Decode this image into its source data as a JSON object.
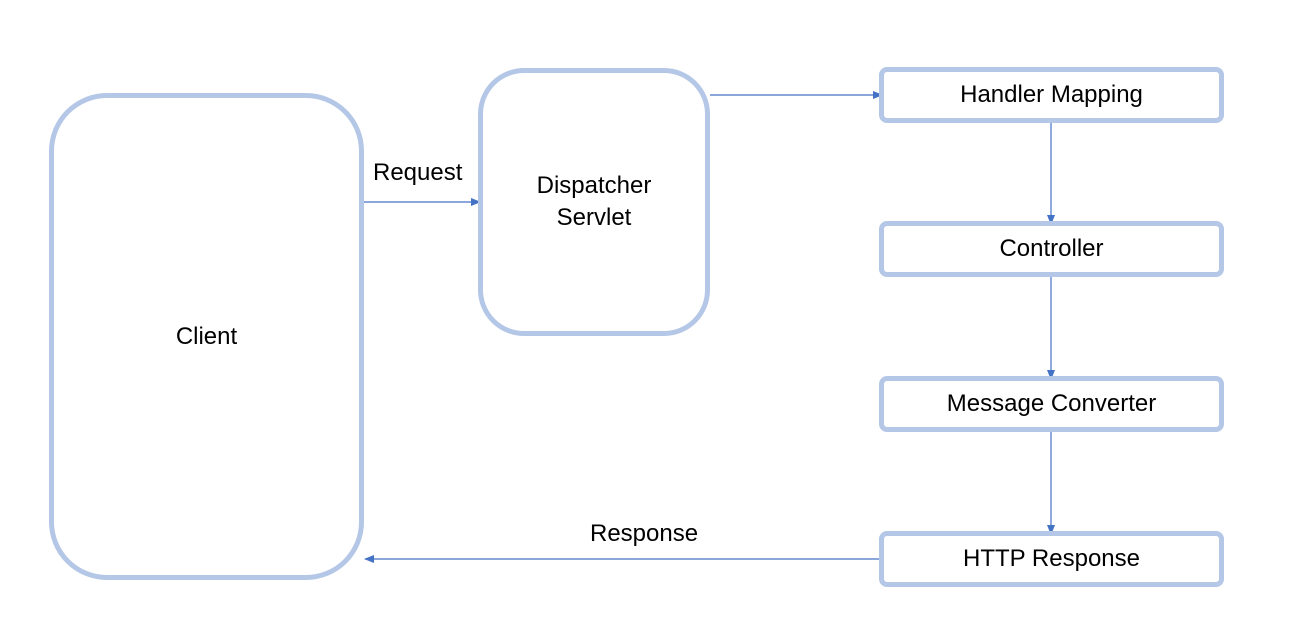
{
  "nodes": {
    "client": "Client",
    "dispatcher": "Dispatcher\nServlet",
    "handler_mapping": "Handler Mapping",
    "controller": "Controller",
    "message_converter": "Message Converter",
    "http_response": "HTTP Response"
  },
  "edges": {
    "request": "Request",
    "response": "Response"
  },
  "colors": {
    "node_border": "#b4c7e7",
    "arrow": "#4472c4"
  }
}
